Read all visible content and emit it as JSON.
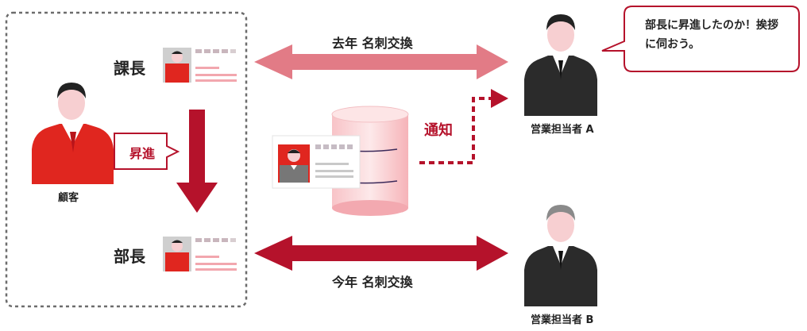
{
  "customer": {
    "position_before": "課長",
    "position_after": "部長",
    "promotion": "昇進",
    "label": "顧客"
  },
  "exchange": {
    "last_year": "去年 名刺交換",
    "this_year": "今年 名刺交換"
  },
  "notification": {
    "label": "通知"
  },
  "sales_a": {
    "label": "営業担当者 A",
    "speech": "部長に昇進したのか！挨拶に伺おう。"
  },
  "sales_b": {
    "label": "営業担当者 B"
  },
  "colors": {
    "accent_red": "#b5122b",
    "light_red": "#e27b86",
    "suit_dark": "#2b2b2b",
    "skin": "#f7cfd1"
  }
}
